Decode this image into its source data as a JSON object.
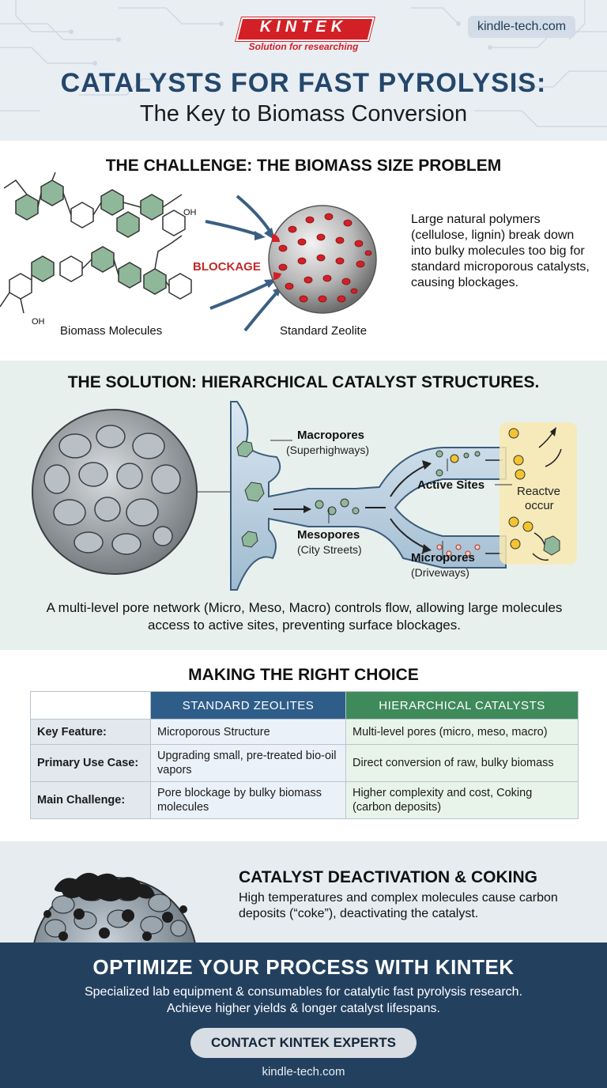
{
  "brand": {
    "logo": "KINTEK",
    "tagline": "Solution for researching",
    "site": "kindle-tech.com"
  },
  "header": {
    "title": "CATALYSTS FOR FAST PYROLYSIS:",
    "subtitle": "The Key to Biomass Conversion"
  },
  "challenge": {
    "title": "THE CHALLENGE: THE BIOMASS SIZE PROBLEM",
    "blockage": "BLOCKAGE",
    "oh": "OH",
    "biomass_label": "Biomass Molecules",
    "zeolite_label": "Standard Zeolite",
    "description": "Large natural polymers (cellulose, lignin) break down into bulky molecules too big for standard microporous catalysts, causing blockages."
  },
  "solution": {
    "title": "THE SOLUTION: HIERARCHICAL CATALYST STRUCTURES.",
    "macro": "Macropores",
    "macro_sub": "(Superhighways)",
    "meso": "Mesopores",
    "meso_sub": "(City Streets)",
    "micro": "Micropores",
    "micro_sub": "(Driveways)",
    "active": "Active Sites",
    "react1": "Reactve",
    "react2": "occur",
    "description": "A multi-level pore network (Micro, Meso, Macro) controls flow, allowing large molecules access to active sites, preventing surface blockages."
  },
  "comparison": {
    "title": "MAKING THE RIGHT CHOICE",
    "headers": [
      "STANDARD ZEOLITES",
      "HIERARCHICAL CATALYSTS"
    ],
    "rows": [
      {
        "label": "Key Feature:",
        "std": "Microporous Structure",
        "hier": "Multi-level pores (micro, meso, macro)"
      },
      {
        "label": "Primary Use Case:",
        "std": "Upgrading small, pre-treated bio-oil vapors",
        "hier": "Direct conversion of raw, bulky biomass"
      },
      {
        "label": "Main Challenge:",
        "std": "Pore blockage by bulky biomass molecules",
        "hier": "Higher complexity and cost, Coking (carbon deposits)"
      }
    ]
  },
  "deactivation": {
    "title": "CATALYST DEACTIVATION & COKING",
    "description": "High temperatures and complex molecules cause carbon deposits (“coke”), deactivating the catalyst."
  },
  "footer": {
    "title": "OPTIMIZE YOUR PROCESS WITH KINTEK",
    "line1": "Specialized lab equipment & consumables for catalytic fast pyrolysis research.",
    "line2": "Achieve higher yields & longer catalyst lifespans.",
    "cta": "CONTACT KINTEK EXPERTS",
    "site": "kindle-tech.com"
  },
  "colors": {
    "navy": "#23415f",
    "title_blue": "#24476b",
    "red": "#d32027",
    "molecule_green": "#8fb89a",
    "std_header": "#2f5d8a",
    "hier_header": "#3f8a5a"
  }
}
